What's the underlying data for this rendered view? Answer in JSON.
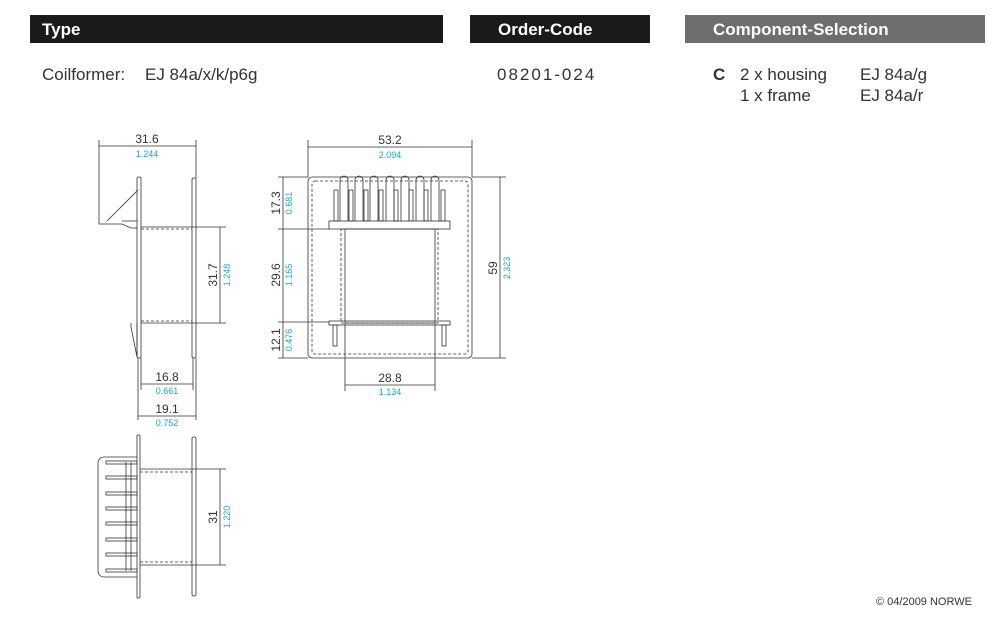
{
  "headers": {
    "type": "Type",
    "order_code": "Order-Code",
    "component_selection": "Component-Selection"
  },
  "type": {
    "label": "Coilformer:",
    "value": "EJ 84a/x/k/p6g"
  },
  "order_code": "08201-024",
  "component_selection": {
    "variant": "C",
    "items": [
      {
        "qty": "2 x housing",
        "part": "EJ 84a/g"
      },
      {
        "qty": "1 x frame",
        "part": "EJ 84a/r"
      }
    ]
  },
  "drawings": {
    "side": {
      "width": {
        "mm": "31.6",
        "in": "1.244"
      },
      "height": {
        "mm": "31.7",
        "in": "1.248"
      },
      "inner": {
        "mm": "16.8",
        "in": "0.661"
      },
      "outer": {
        "mm": "19.1",
        "in": "0.752"
      }
    },
    "front": {
      "width": {
        "mm": "53.2",
        "in": "2.094"
      },
      "top": {
        "mm": "17.3",
        "in": "0.681"
      },
      "middle": {
        "mm": "29.6",
        "in": "1.165"
      },
      "bottom": {
        "mm": "12.1",
        "in": "0.476"
      },
      "height": {
        "mm": "59",
        "in": "2.323"
      },
      "core": {
        "mm": "28.8",
        "in": "1.134"
      }
    },
    "bottom": {
      "height": {
        "mm": "31",
        "in": "1.220"
      }
    }
  },
  "copyright": "© 04/2009 NORWE",
  "colors": {
    "header_dark": "#1a1a1a",
    "header_gray": "#6e6e6e",
    "inch_blue": "#1aa7d9"
  }
}
